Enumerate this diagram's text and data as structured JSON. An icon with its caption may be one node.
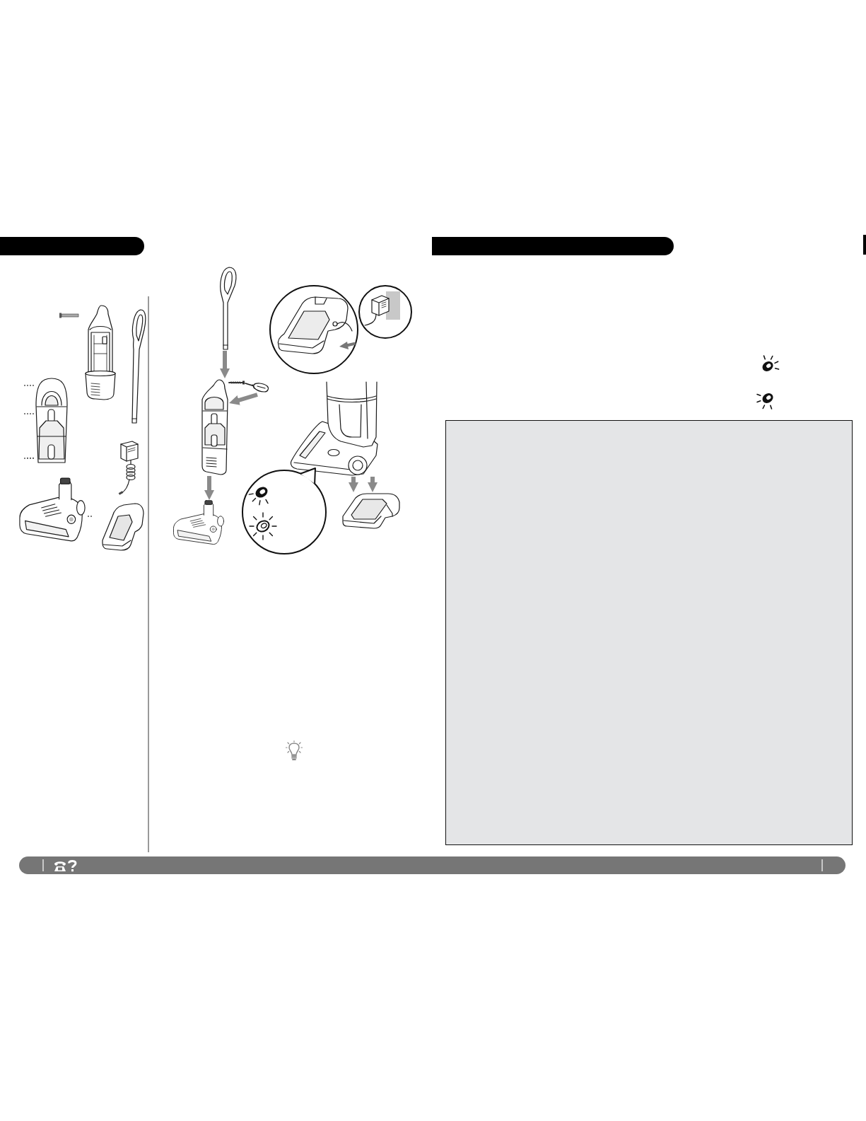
{
  "diagram": {
    "nodes": [
      {
        "text": [],
        "shape": "bar"
      },
      {
        "text": [],
        "shape": "picture"
      },
      {
        "text": [],
        "shape": "picture"
      },
      {
        "text": [],
        "shape": "picture"
      },
      {
        "text": [],
        "shape": "picture"
      },
      {
        "text": [],
        "shape": "picture"
      },
      {
        "text": [],
        "shape": "picture"
      },
      {
        "text": [],
        "shape": "picture"
      },
      {
        "text": [],
        "shape": "picture"
      },
      {
        "text": [],
        "shape": "bar"
      }
    ],
    "edges": [
      {
        "from": null,
        "to": 1,
        "arrow": "none",
        "style": "dashed",
        "color": "#000000"
      },
      {
        "from": null,
        "to": 1,
        "arrow": "none",
        "style": "dashed",
        "color": "#000000"
      },
      {
        "from": null,
        "to": 1,
        "arrow": "none",
        "style": "dashed",
        "color": "#000000"
      },
      {
        "from": null,
        "to": 2,
        "arrow": "none",
        "style": "dashed",
        "color": "#000000"
      },
      {
        "from": 3,
        "to": 5,
        "arrow": "to"
      },
      {
        "from": 4,
        "to": 5,
        "arrow": "to"
      },
      {
        "from": 5,
        "to": 6,
        "arrow": "to"
      },
      {
        "from": 7,
        "to": 8,
        "arrow": "to"
      },
      {
        "from": 7,
        "to": 8,
        "arrow": "to"
      }
    ]
  }
}
